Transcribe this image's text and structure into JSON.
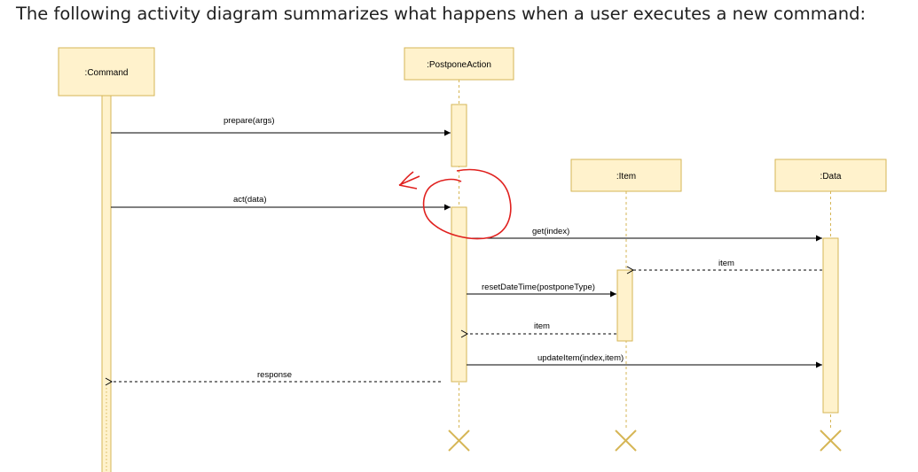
{
  "heading": "The following activity diagram summarizes what happens when a user executes a new command:",
  "participants": {
    "command": ":Command",
    "postpone": ":PostponeAction",
    "item": ":Item",
    "data": ":Data"
  },
  "messages": {
    "prepare": "prepare(args)",
    "act": "act(data)",
    "get": "get(index)",
    "item_return": "item",
    "reset": "resetDateTime(postponeType)",
    "item_return2": "item",
    "update": "updateItem(index,item)",
    "response": "response"
  },
  "colors": {
    "fill": "#fff2cc",
    "stroke": "#d6b656",
    "annotation": "#e0211f"
  }
}
